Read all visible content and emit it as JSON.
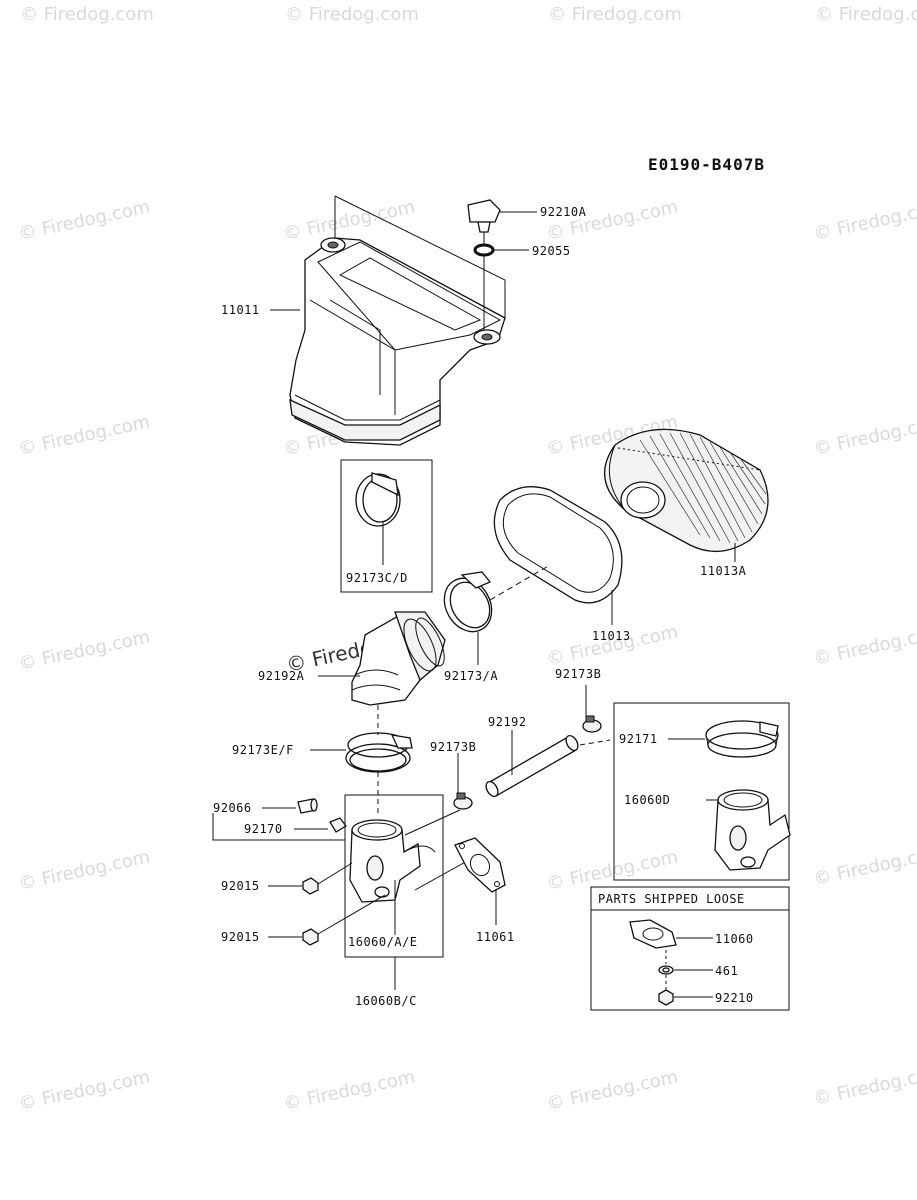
{
  "diagram_code": "E0190-B407B",
  "watermark": "© Firedog.com",
  "labels": {
    "p92210A": "92210A",
    "p92055": "92055",
    "p11011": "11011",
    "p92173CD": "92173C/D",
    "p11013A": "11013A",
    "p11013": "11013",
    "p92192A": "92192A",
    "p92173A": "92173/A",
    "p92173B_top": "92173B",
    "p92192": "92192",
    "p92173EF": "92173E/F",
    "p92173B_mid": "92173B",
    "p92171": "92171",
    "p16060D": "16060D",
    "p92066": "92066",
    "p92170": "92170",
    "p92015_a": "92015",
    "p92015_b": "92015",
    "p11061": "11061",
    "p16060AE": "16060/A/E",
    "p16060BC": "16060B/C",
    "loose_title": "PARTS SHIPPED LOOSE",
    "p11060": "11060",
    "p461": "461",
    "p92210": "92210"
  }
}
